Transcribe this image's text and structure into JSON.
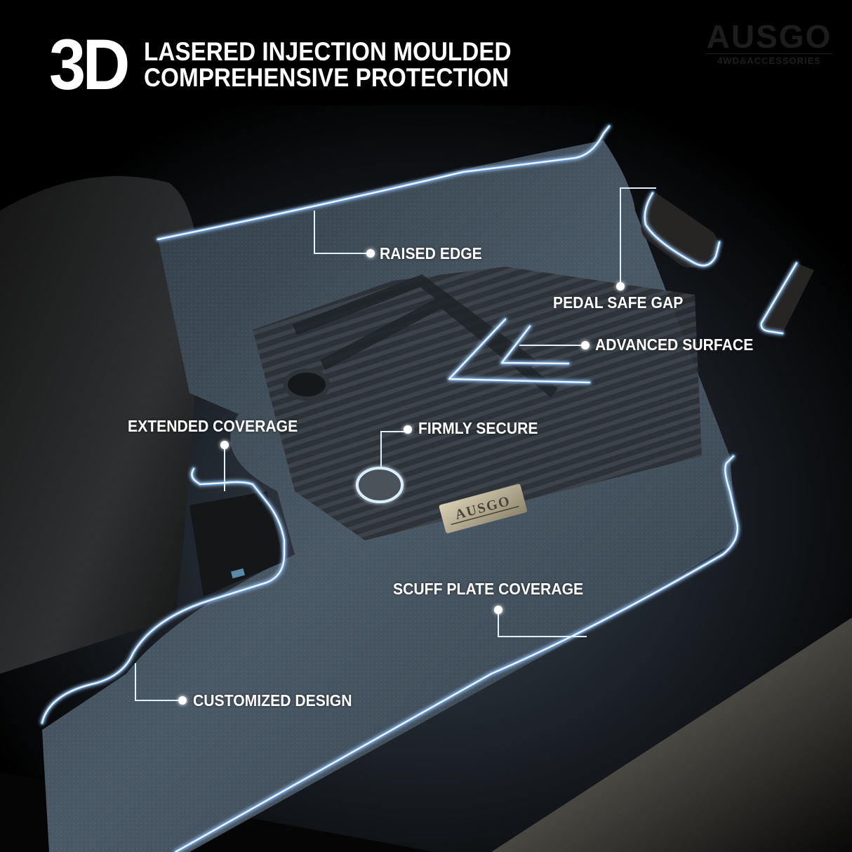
{
  "headline": {
    "big": "3D",
    "line1": "LASERED INJECTION MOULDED",
    "line2": "COMPREHENSIVE PROTECTION"
  },
  "brand": {
    "name": "AUSGO",
    "tagline": "4WD&ACCESSORIES",
    "badge_text": "AUSGO"
  },
  "callouts": [
    {
      "id": "raised-edge",
      "label": "RAISED EDGE"
    },
    {
      "id": "pedal-safe-gap",
      "label": "PEDAL SAFE GAP"
    },
    {
      "id": "advanced-surface",
      "label": "ADVANCED SURFACE"
    },
    {
      "id": "extended-coverage",
      "label": "EXTENDED COVERAGE"
    },
    {
      "id": "firmly-secure",
      "label": "FIRMLY SECURE"
    },
    {
      "id": "scuff-plate-coverage",
      "label": "SCUFF PLATE COVERAGE"
    },
    {
      "id": "customized-design",
      "label": "CUSTOMIZED DESIGN"
    }
  ],
  "colors": {
    "background": "#000000",
    "text": "#ffffff",
    "glow_line": "#e8f4ff",
    "glow_blue": "#3d8fe0",
    "mat_tint": "#3a4a58"
  }
}
